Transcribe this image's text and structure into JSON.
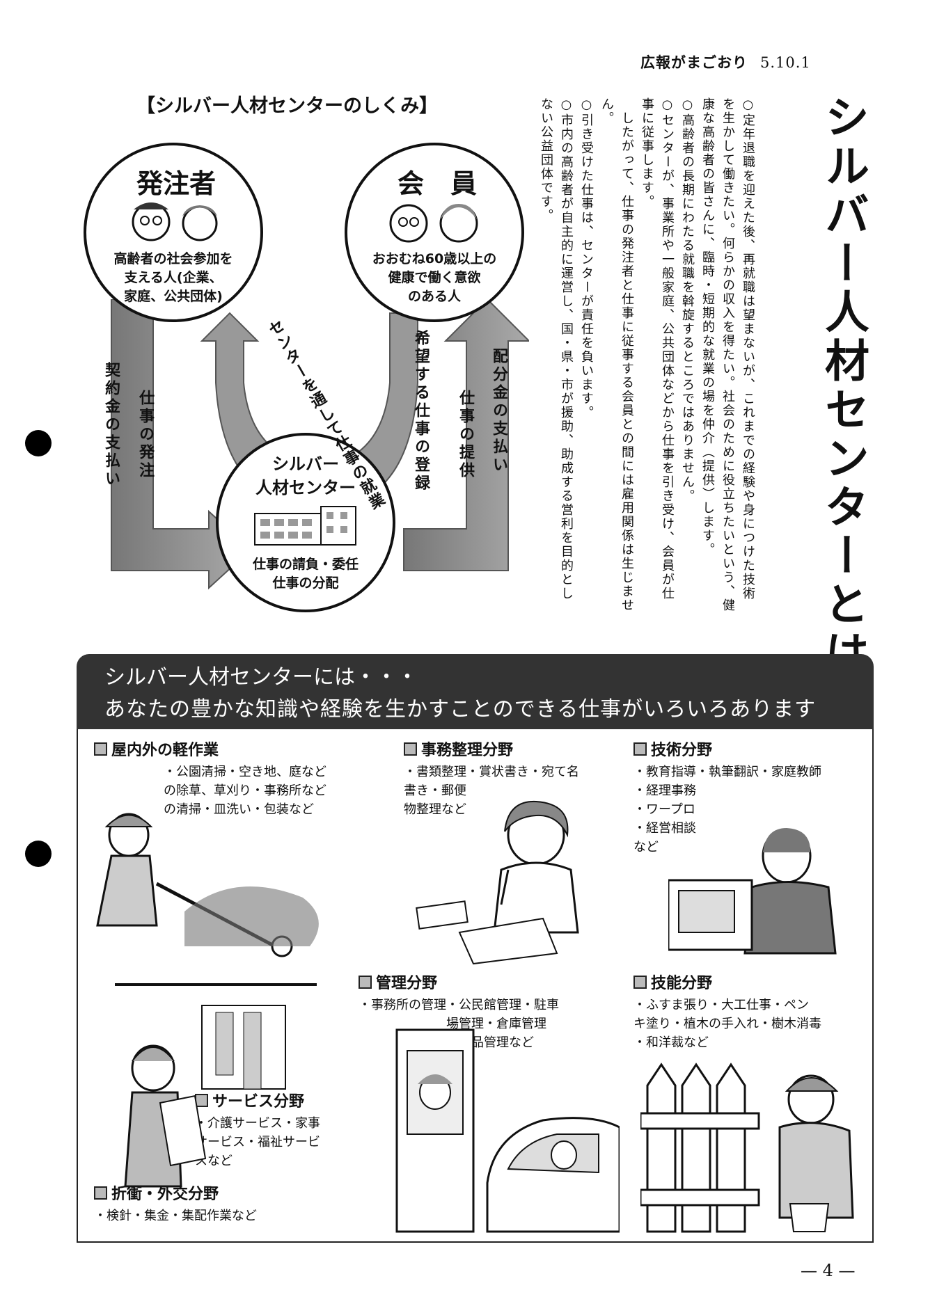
{
  "header": {
    "title": "広報がまごおり",
    "date": "5.10.1"
  },
  "diagram": {
    "title": "【シルバー人材センターのしくみ】",
    "orderer": {
      "title": "発注者",
      "desc": "高齢者の社会参加を\n支える人(企業、\n家庭、公共団体)"
    },
    "member": {
      "title": "会　員",
      "desc": "おおむね60歳以上の\n健康で働く意欲\nのある人"
    },
    "center": {
      "title": "シルバー\n人材センター",
      "desc": "仕事の請負・委任\n仕事の分配"
    },
    "arrows": {
      "contract_payment": "契約金の支払い",
      "job_order": "仕事の発注",
      "via_center": "センターを通して仕事の就業",
      "job_registration": "希望する仕事の登録",
      "job_provision": "仕事の提供",
      "allocation_payment": "配分金の支払い"
    }
  },
  "article": {
    "title": "シルバー人材センターとは…",
    "paragraphs": [
      "○定年退職を迎えた後、再就職は望まないが、これまでの経験や身につけた技術を生かして働きたい。何らかの収入を得たい。社会のために役立ちたいという、健康な高齢者の皆さんに、臨時・短期的な就業の場を仲介（提供）します。",
      "○高齢者の長期にわたる就職を斡旋するところではありません。",
      "○センターが、事業所や一般家庭、公共団体などから仕事を引き受け、会員が仕事に従事します。",
      "　したがって、仕事の発注者と仕事に従事する会員との間には雇用関係は生じません。",
      "○引き受けた仕事は、センターが責任を負います。",
      "○市内の高齢者が自主的に運営し、国・県・市が援助、助成する営利を目的としない公益団体です。"
    ]
  },
  "banner": {
    "line1": "シルバー人材センターには・・・",
    "line2": "あなたの豊かな知識や経験を生かすことのできる仕事がいろいろあります"
  },
  "categories": {
    "outdoor": {
      "title": "屋内外の軽作業",
      "desc": "・公園清掃・空き地、庭など\nの除草、草刈り・事務所など\nの清掃・皿洗い・包装など"
    },
    "office": {
      "title": "事務整理分野",
      "desc": "・書類整理・賞状書き・宛て名\n書き・郵便\n物整理など"
    },
    "tech": {
      "title": "技術分野",
      "desc": "・教育指導・執筆翻訳・家庭教師\n・経理事務\n・ワープロ\n・経営相談\nなど"
    },
    "management": {
      "title": "管理分野",
      "desc": "・事務所の管理・公民館管理・駐車\n　　　　　　　場管理・倉庫管理\n　　　　　　　・物品管理など"
    },
    "skill": {
      "title": "技能分野",
      "desc": "・ふすま張り・大工仕事・ペン\nキ塗り・植木の手入れ・樹木消毒\n・和洋裁など"
    },
    "service": {
      "title": "サービス分野",
      "desc": "・介護サービス・家事\nサービス・福祉サービ\nスなど"
    },
    "negotiation": {
      "title": "折衝・外交分野",
      "desc": "・検針・集金・集配作業など"
    }
  },
  "page_number": "— 4 —",
  "colors": {
    "arrow": "#8c8c8c",
    "banner": "#333333",
    "square": "#bbbbbb"
  }
}
